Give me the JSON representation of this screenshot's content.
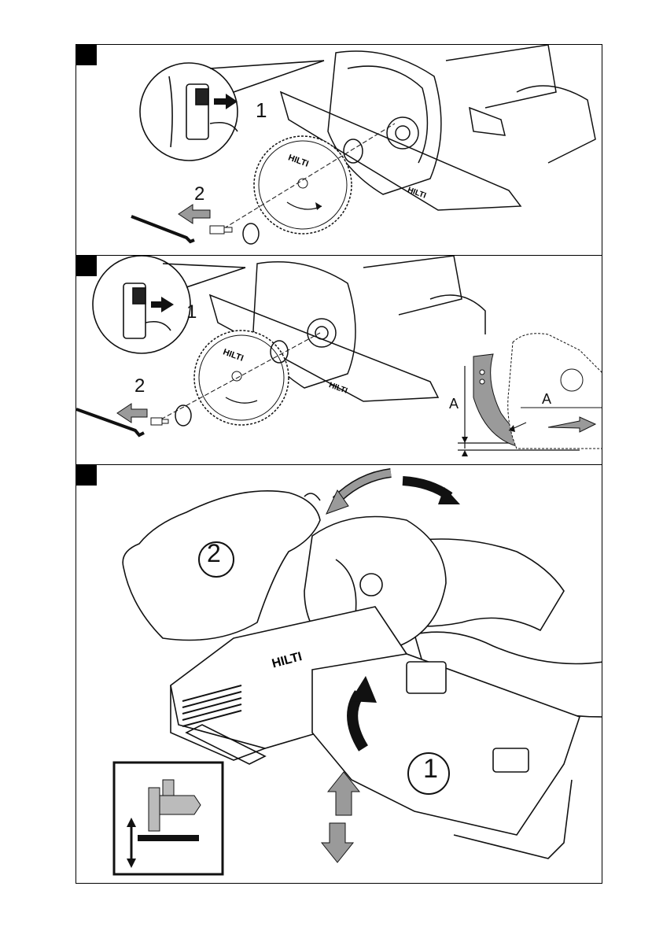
{
  "figures": [
    {
      "number": "",
      "labels": {
        "step1": "1",
        "step2": "2"
      },
      "blade_text": "HILTI",
      "housing_text": "HILTI"
    },
    {
      "number": "",
      "labels": {
        "step1": "1",
        "step2": "2",
        "dim_left": "A",
        "dim_right": "A"
      },
      "blade_text": "HILTI",
      "housing_text": "HILTI"
    },
    {
      "number": "",
      "labels": {
        "step1": "1",
        "step2": "2"
      },
      "housing_text": "HILTI"
    }
  ],
  "colors": {
    "arrow_gray": "#9a9a9a",
    "line": "#111111"
  }
}
